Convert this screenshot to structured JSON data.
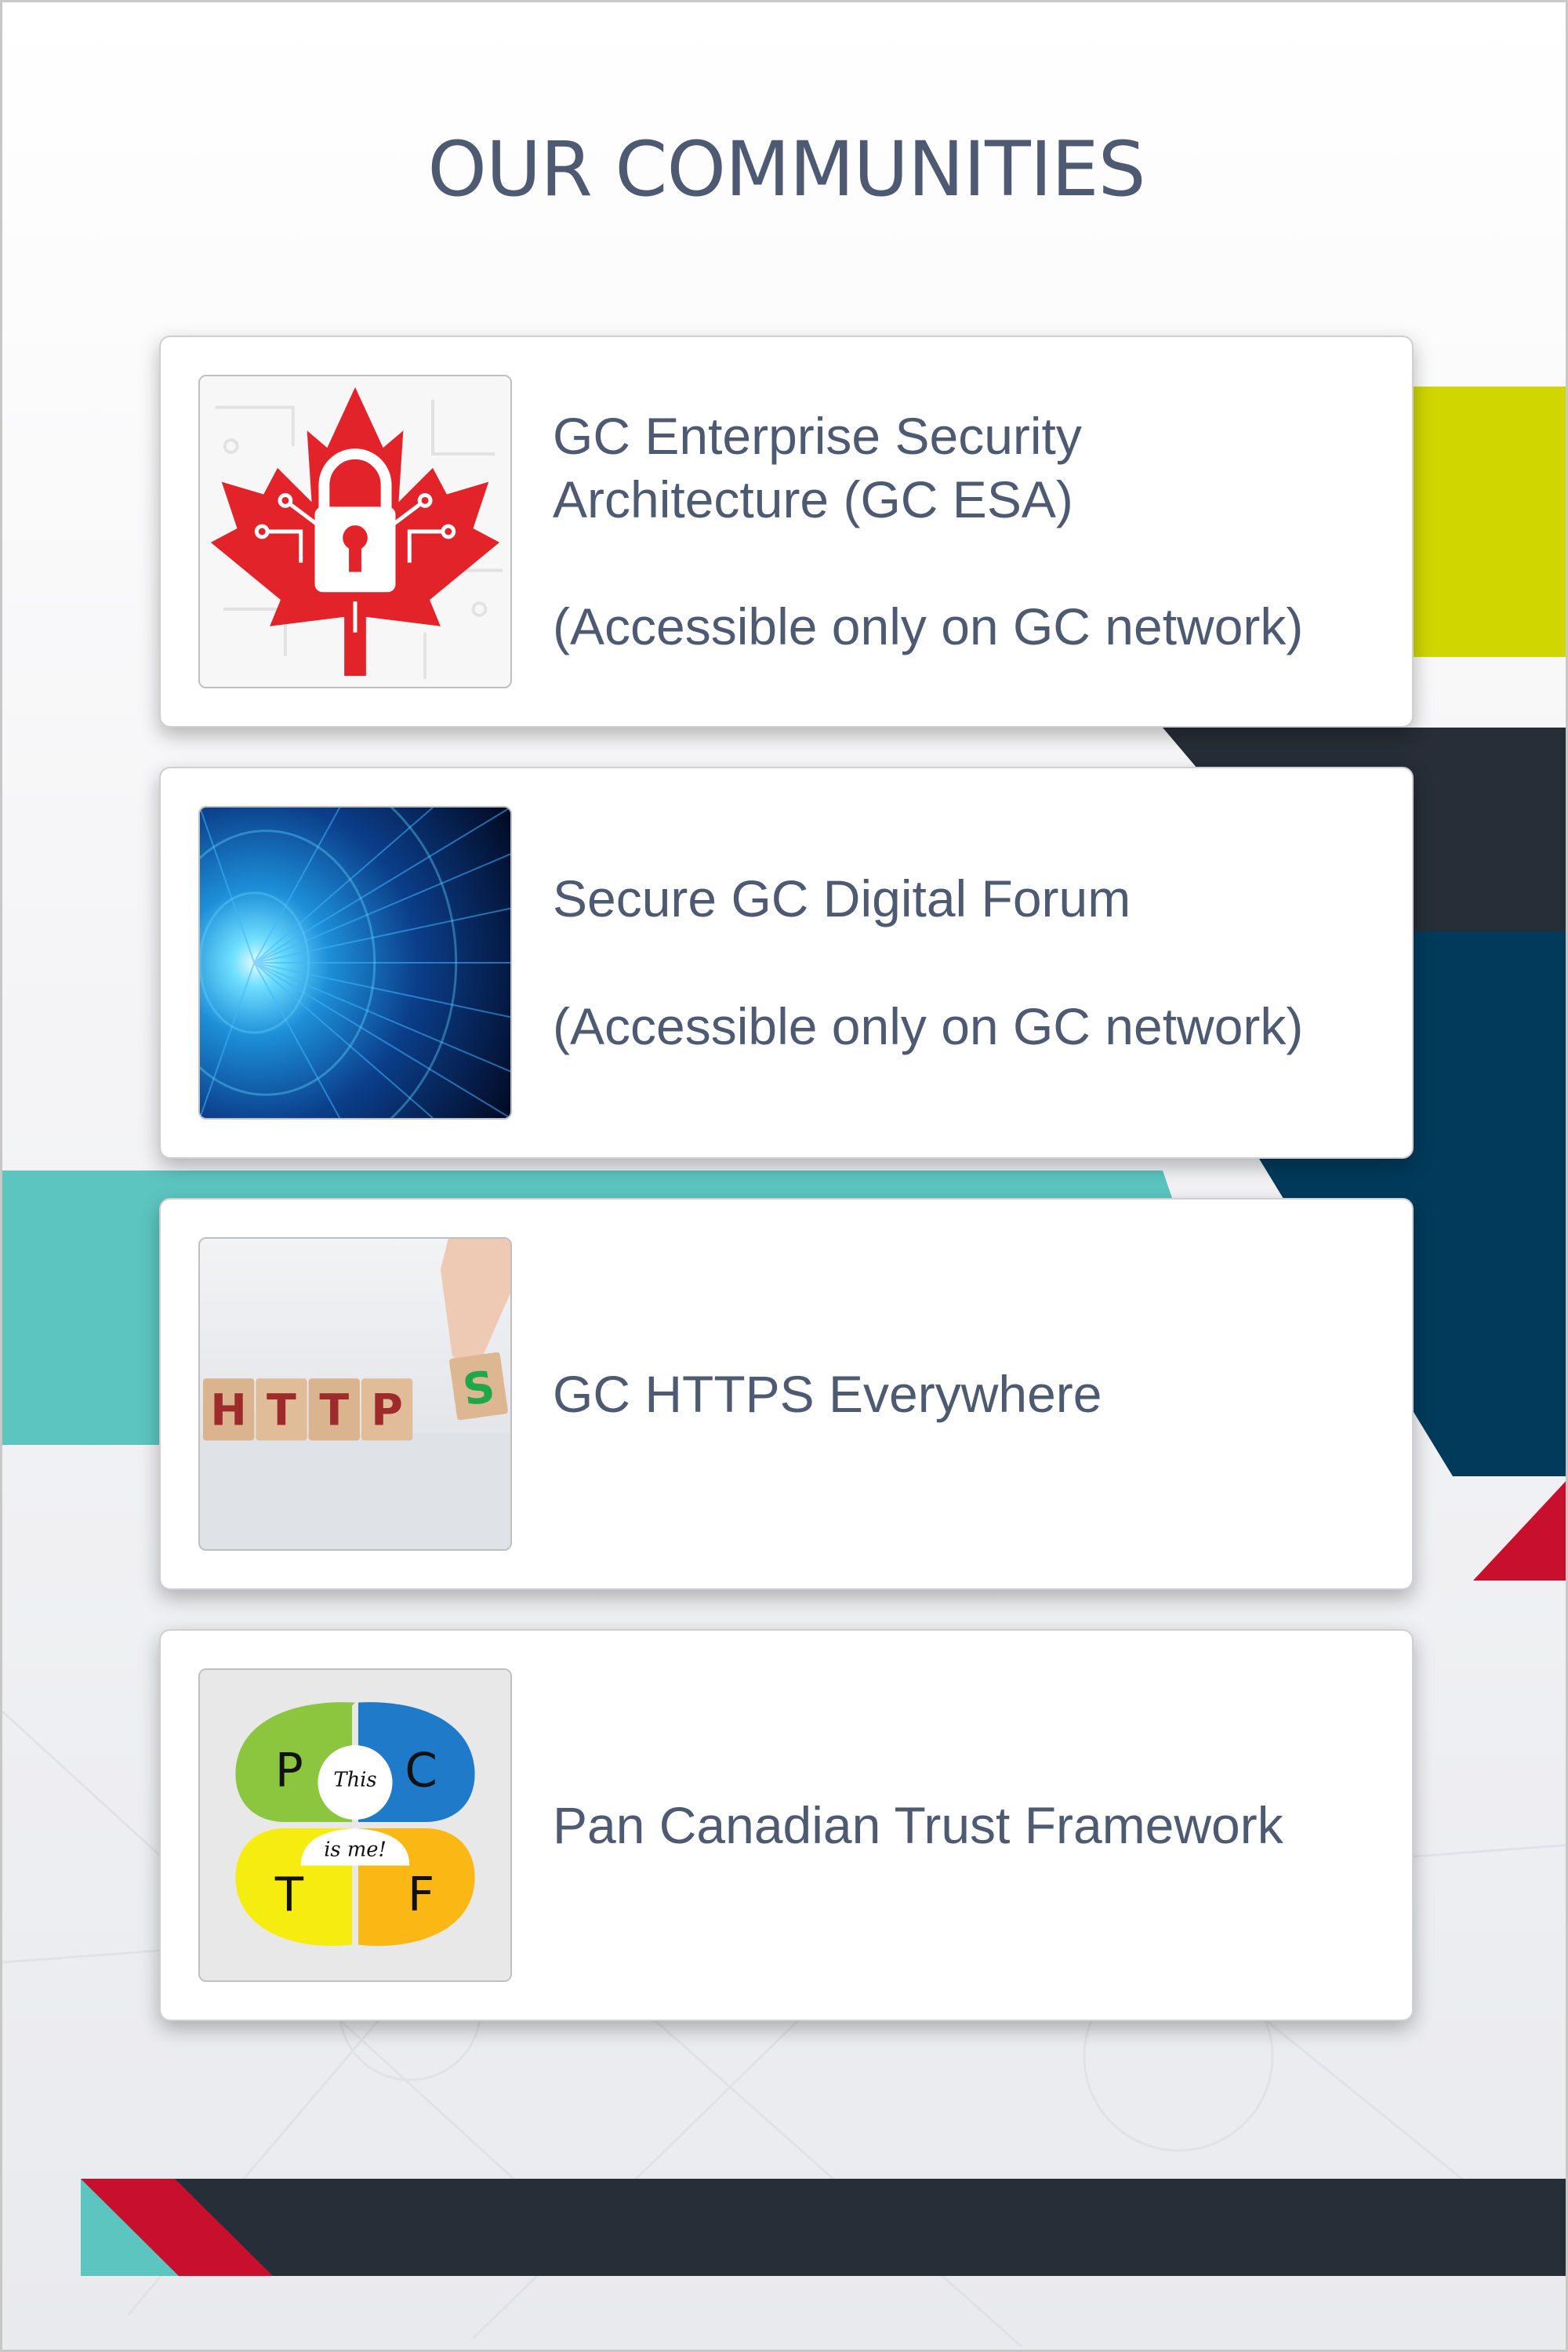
{
  "page": {
    "title": "OUR COMMUNITIES"
  },
  "colors": {
    "title_text": "#4d5a72",
    "card_text": "#4d5a72",
    "accent_lime": "#cfd600",
    "accent_dark": "#262e37",
    "accent_navy": "#003b5c",
    "accent_teal": "#5cc5c0",
    "accent_red": "#c8102e"
  },
  "communities": [
    {
      "title_line1": "GC Enterprise Security",
      "title_line2": "Architecture (GC ESA)",
      "note": "(Accessible only on GC network)",
      "icon": "maple-leaf-lock-icon"
    },
    {
      "title_line1": "Secure GC Digital Forum",
      "note": "(Accessible only on GC network)",
      "icon": "digital-tunnel-image"
    },
    {
      "title_line1": "GC HTTPS Everywhere",
      "icon": "http-blocks-image",
      "image_text": {
        "letters": [
          "H",
          "T",
          "T",
          "P"
        ],
        "extra_letter": "S"
      }
    },
    {
      "title_line1": "Pan Canadian Trust Framework",
      "icon": "pctf-logo",
      "image_text": {
        "letters": [
          "P",
          "C",
          "T",
          "F"
        ],
        "center_top": "This",
        "center_bottom": "is me!"
      }
    }
  ]
}
